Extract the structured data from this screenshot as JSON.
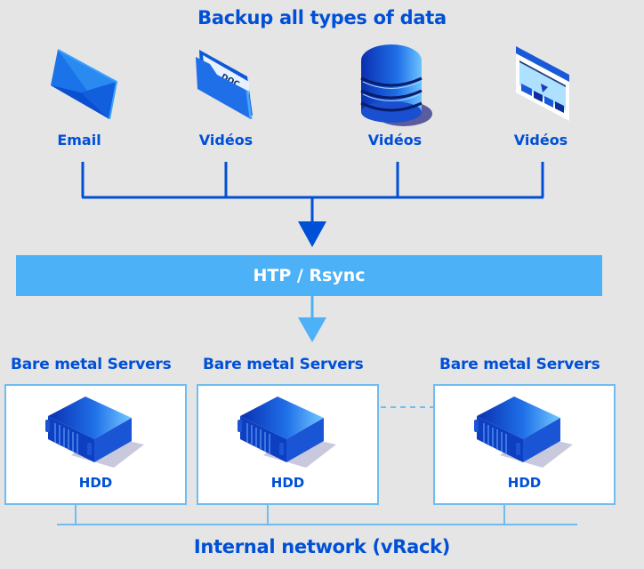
{
  "title": "Backup all types of data",
  "sources": [
    {
      "label": "Email",
      "icon": "email-envelope-icon"
    },
    {
      "label": "Vidéos",
      "icon": "document-folder-icon",
      "icon_text": "DOC"
    },
    {
      "label": "Vidéos",
      "icon": "database-icon"
    },
    {
      "label": "Vidéos",
      "icon": "video-player-window-icon"
    }
  ],
  "transfer": {
    "label": "HTP / Rsync"
  },
  "servers": [
    {
      "title": "Bare metal Servers",
      "storage": "HDD",
      "icon": "server-icon"
    },
    {
      "title": "Bare metal Servers",
      "storage": "HDD",
      "icon": "server-icon"
    },
    {
      "title": "Bare metal Servers",
      "storage": "HDD",
      "icon": "server-icon"
    }
  ],
  "network": {
    "label": "Internal network (vRack)"
  },
  "colors": {
    "background": "#e5e5e5",
    "primary_blue": "#0050d7",
    "light_blue": "#4cb1f6",
    "box_border": "#6fbcf1"
  }
}
